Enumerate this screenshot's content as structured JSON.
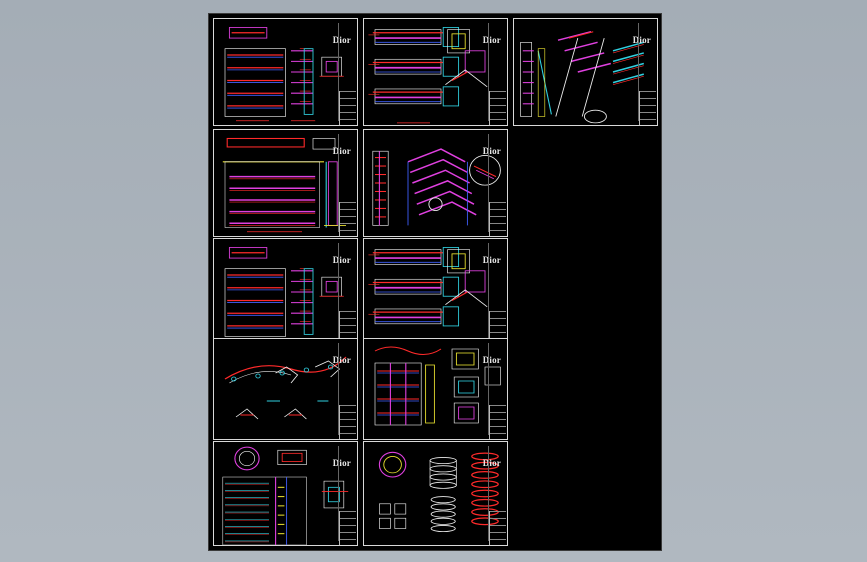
{
  "app": {
    "view": "cad-drawing-preview"
  },
  "drawing": {
    "brand_label": "Dior",
    "colors": {
      "background": "#000000",
      "frame": "#d8d8d8",
      "red": "#ff2a2a",
      "magenta": "#e040e0",
      "cyan": "#30d0e0",
      "yellow": "#e8e030",
      "blue": "#4060ff",
      "white": "#eeeeee"
    },
    "sheets": [
      {
        "id": "s1",
        "content": "elevation-shelves"
      },
      {
        "id": "s2",
        "content": "shelf-sections"
      },
      {
        "id": "s3",
        "content": "isometric-shelves"
      },
      {
        "id": "s4",
        "content": "elevation-shelves-wide"
      },
      {
        "id": "s5",
        "content": "isometric-rack-detail"
      },
      {
        "id": "s6",
        "content": "elevation-shelves"
      },
      {
        "id": "s7",
        "content": "shelf-sections"
      },
      {
        "id": "s8",
        "content": "bracket-details"
      },
      {
        "id": "s9",
        "content": "cabinet-elevations"
      },
      {
        "id": "s10",
        "content": "column-elevation"
      },
      {
        "id": "s11",
        "content": "ring-details"
      }
    ]
  }
}
